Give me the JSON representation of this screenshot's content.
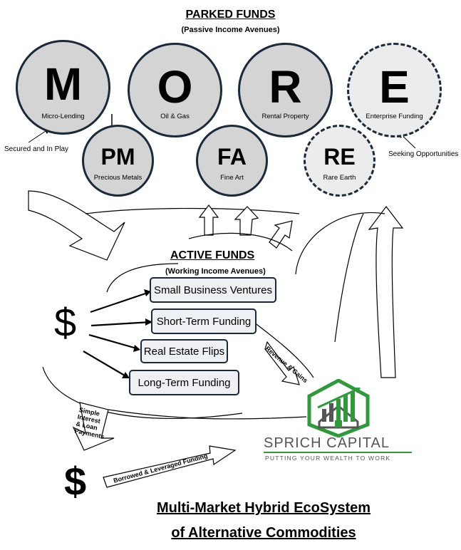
{
  "header": {
    "parked_title": "PARKED FUNDS",
    "parked_subtitle": "(Passive Income Avenues)",
    "active_title": "ACTIVE FUNDS",
    "active_subtitle": "(Working Income Avenues)"
  },
  "parked_circles": [
    {
      "letter": "M",
      "label": "Micro-Lending"
    },
    {
      "letter": "O",
      "label": "Oil & Gas"
    },
    {
      "letter": "R",
      "label": "Rental Property"
    },
    {
      "letter": "E",
      "label": "Enterprise Funding"
    },
    {
      "letter": "PM",
      "label": "Precious Metals"
    },
    {
      "letter": "FA",
      "label": "Fine Art"
    },
    {
      "letter": "RE",
      "label": "Rare Earth"
    }
  ],
  "notes": {
    "secured": "Secured and In Play",
    "seeking": "Seeking Opportunities",
    "revenue": "Revenue & Gains",
    "simple_interest": [
      "Simple",
      "Interest",
      "& Loan",
      "Payments"
    ],
    "borrowed": "Borrowed & Leveraged Funding"
  },
  "active_boxes": [
    "Small Business Ventures",
    "Short-Term Funding",
    "Real Estate Flips",
    "Long-Term Funding"
  ],
  "dollar": "$",
  "logo": {
    "name": "SPRICH CAPITAL",
    "tagline": "PUTTING YOUR WEALTH TO WORK",
    "green": "#2e9a3a",
    "gray": "#555555"
  },
  "footer": {
    "line1": "Multi-Market Hybrid EcoSystem",
    "line2": "of Alternative Commodities"
  },
  "colors": {
    "circle_fill": "#d4d4d4",
    "circle_border": "#1a2a3a",
    "box_fill": "#eef0f3"
  }
}
